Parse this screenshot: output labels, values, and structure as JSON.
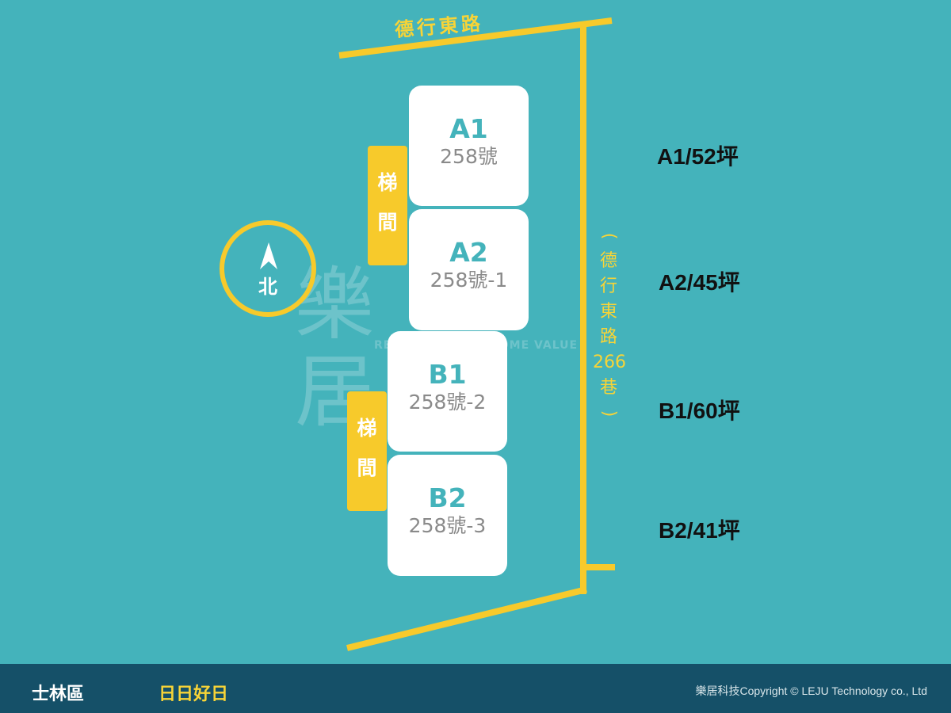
{
  "map": {
    "top_road": "德行東路",
    "side_road": [
      "德",
      "行",
      "東",
      "路",
      "266",
      "巷"
    ],
    "side_road_open": "(",
    "side_road_close": ")",
    "compass_label": "北",
    "stair_chars": [
      "梯",
      "間"
    ]
  },
  "units": [
    {
      "code": "A1",
      "address": "258號",
      "area": "A1/52坪"
    },
    {
      "code": "A2",
      "address": "258號-1",
      "area": "A2/45坪"
    },
    {
      "code": "B1",
      "address": "258號-2",
      "area": "B1/60坪"
    },
    {
      "code": "B2",
      "address": "258號-3",
      "area": "B2/41坪"
    }
  ],
  "watermark": {
    "logo": "樂居",
    "tagline": "REDEFINE YOUR HOME VALUE"
  },
  "footer": {
    "district": "士林區",
    "project": "日日好日",
    "copyright": "樂居科技Copyright © LEJU Technology co., Ltd"
  },
  "colors": {
    "background": "#44b3bb",
    "road": "#f7ca2b",
    "unit_code": "#44b3bb",
    "footer": "#155068"
  }
}
